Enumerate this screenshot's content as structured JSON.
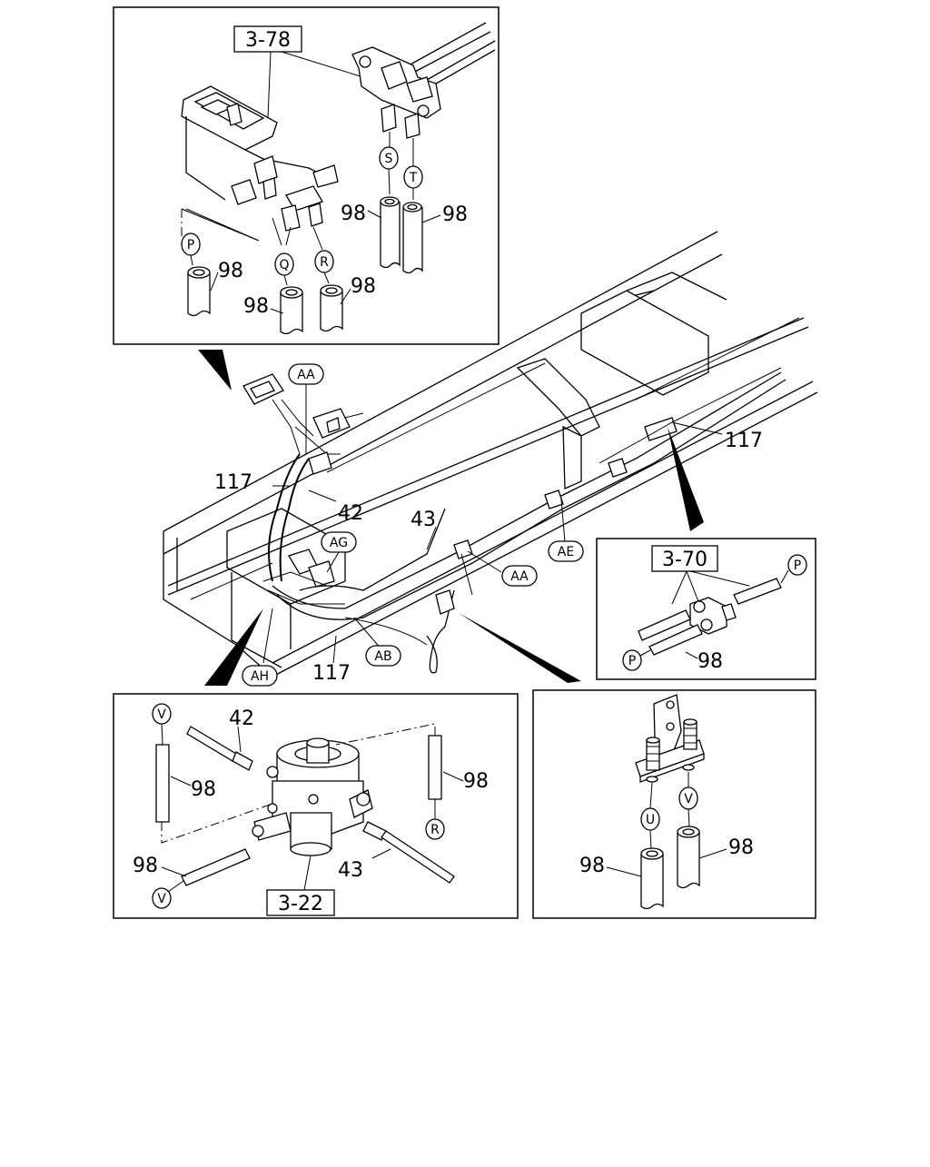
{
  "diagram": {
    "panels": {
      "top_left": {
        "ref_box": "3-78",
        "connectors": [
          "P",
          "Q",
          "R",
          "S",
          "T"
        ],
        "hose_labels": [
          "98",
          "98",
          "98",
          "98",
          "98"
        ]
      },
      "mid_right": {
        "ref_box": "3-70",
        "connectors": [
          "P",
          "P"
        ],
        "hose_labels": [
          "98"
        ]
      },
      "bottom_left": {
        "ref_box": "3-22",
        "connectors": [
          "V",
          "R",
          "V"
        ],
        "part_labels": [
          "42",
          "98",
          "98",
          "98",
          "43"
        ]
      },
      "bottom_right": {
        "connectors": [
          "U",
          "V"
        ],
        "hose_labels": [
          "98",
          "98"
        ]
      }
    },
    "main": {
      "callouts": [
        "AA",
        "AA",
        "AG",
        "AE",
        "AB",
        "AH"
      ],
      "part_labels": [
        "117",
        "42",
        "43",
        "117",
        "117"
      ]
    }
  }
}
